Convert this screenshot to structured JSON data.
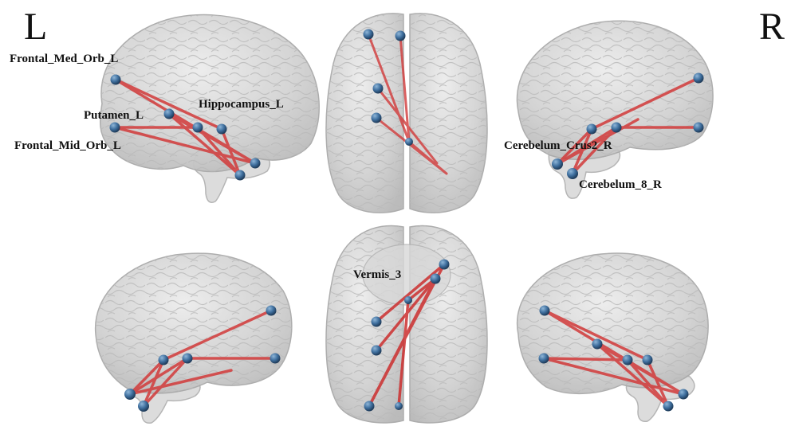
{
  "hemisphere_labels": {
    "left": "L",
    "right": "R"
  },
  "region_labels": {
    "frontal_med_orb_l": "Frontal_Med_Orb_L",
    "putamen_l": "Putamen_L",
    "hippocampus_l": "Hippocampus_L",
    "frontal_mid_orb_l": "Frontal_Mid_Orb_L",
    "cerebelum_crus2_r": "Cerebelum_Crus2_R",
    "cerebelum_8_r": "Cerebelum_8_R",
    "vermis_3": "Vermis_3"
  },
  "colors": {
    "brain_fill": "#d6d6d6",
    "brain_stroke": "#b2b2b2",
    "node": "#3f6f9e",
    "edge": "#d23a3a"
  }
}
